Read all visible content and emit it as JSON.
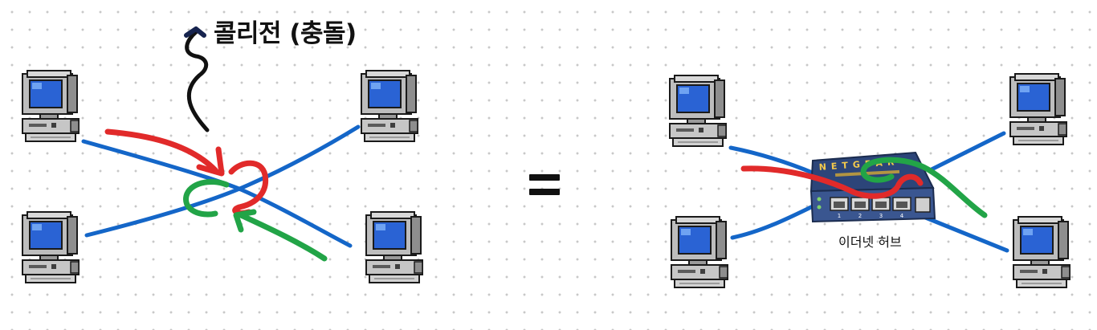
{
  "left_scene": {
    "collision_label": "콜리전 (충돌)"
  },
  "equals_symbol": "=",
  "right_scene": {
    "hub_label": "이더넷 허브",
    "hub_brand": "NETGEAR",
    "hub_port_numbers": [
      "1",
      "2",
      "3",
      "4"
    ]
  },
  "colors": {
    "cable_blue": "#1466c8",
    "signal_red": "#e12a2a",
    "signal_green": "#22a447",
    "collision_arrow": "#111111",
    "arrow_tip_navy": "#16234e",
    "hub_body": "#2c4579"
  },
  "icons": {
    "computer": "desktop-computer-icon",
    "hub": "ethernet-hub-icon"
  }
}
